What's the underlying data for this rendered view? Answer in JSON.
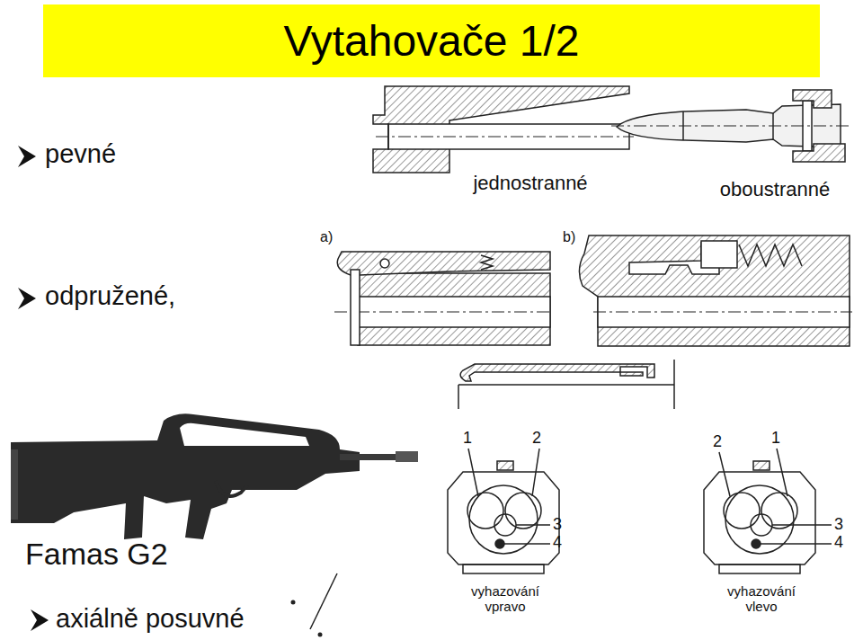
{
  "diagram": {
    "title": "Vytahovače 1/2",
    "labels": [
      "pevné",
      "jednostranné",
      "oboustranné",
      "odpružené,",
      "a)",
      "b)",
      "Famas G2",
      "axiálně posuvné",
      "1",
      "2",
      "3",
      "4",
      "vyhazování vpravo",
      "2",
      "1",
      "3",
      "4",
      "vyhazování vlevo"
    ]
  }
}
